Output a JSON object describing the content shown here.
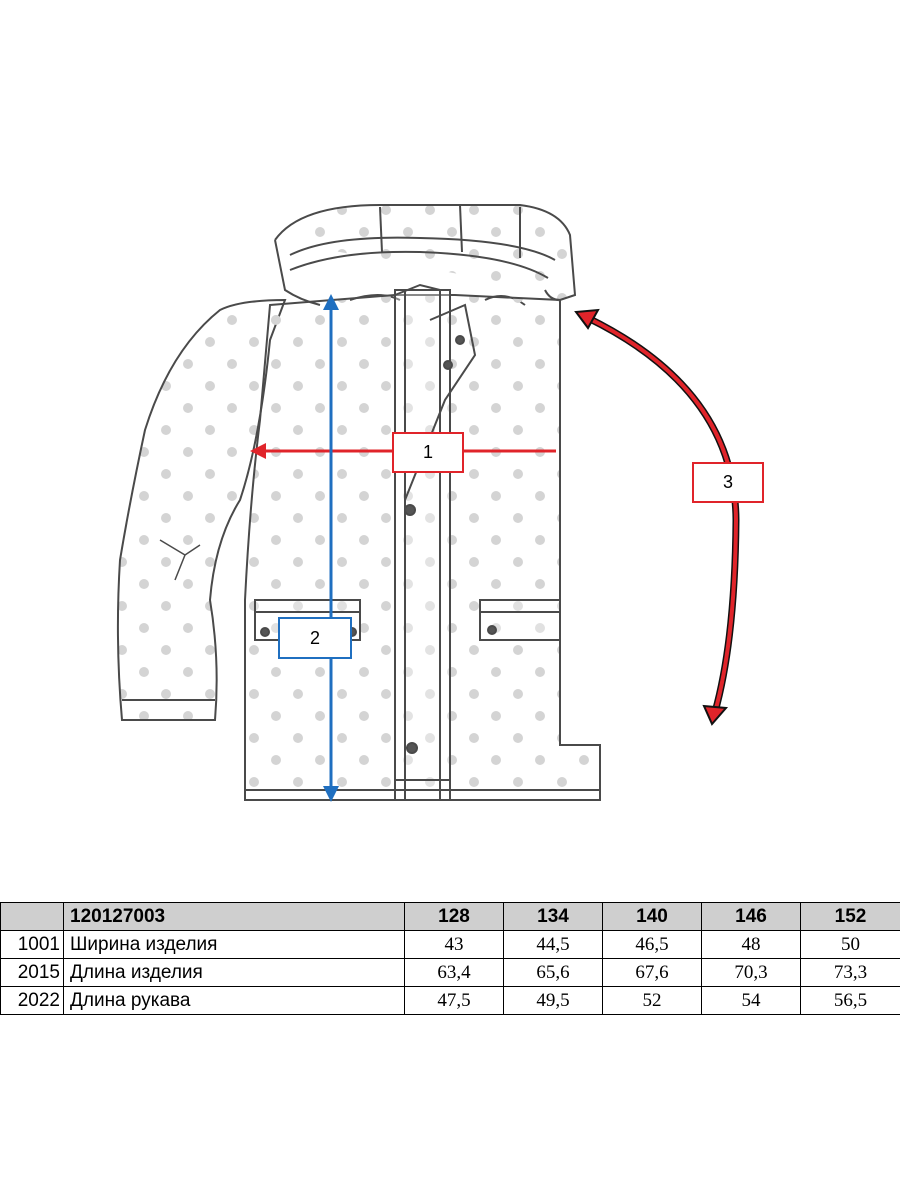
{
  "diagram": {
    "markers": [
      "1",
      "2",
      "3"
    ],
    "colors": {
      "width_marker": "#e0242a",
      "length_marker": "#1f6fc0",
      "sleeve_marker": "#e0242a",
      "line_art": "#4a4a4a",
      "dots": "#d4d4d4"
    }
  },
  "table": {
    "article": "120127003",
    "sizes": [
      "128",
      "134",
      "140",
      "146",
      "152"
    ],
    "rows": [
      {
        "code": "1001",
        "name": "Ширина изделия",
        "values": [
          "43",
          "44,5",
          "46,5",
          "48",
          "50"
        ]
      },
      {
        "code": "2015",
        "name": "Длина изделия",
        "values": [
          "63,4",
          "65,6",
          "67,6",
          "70,3",
          "73,3"
        ]
      },
      {
        "code": "2022",
        "name": "Длина рукава",
        "values": [
          "47,5",
          "49,5",
          "52",
          "54",
          "56,5"
        ]
      }
    ]
  }
}
